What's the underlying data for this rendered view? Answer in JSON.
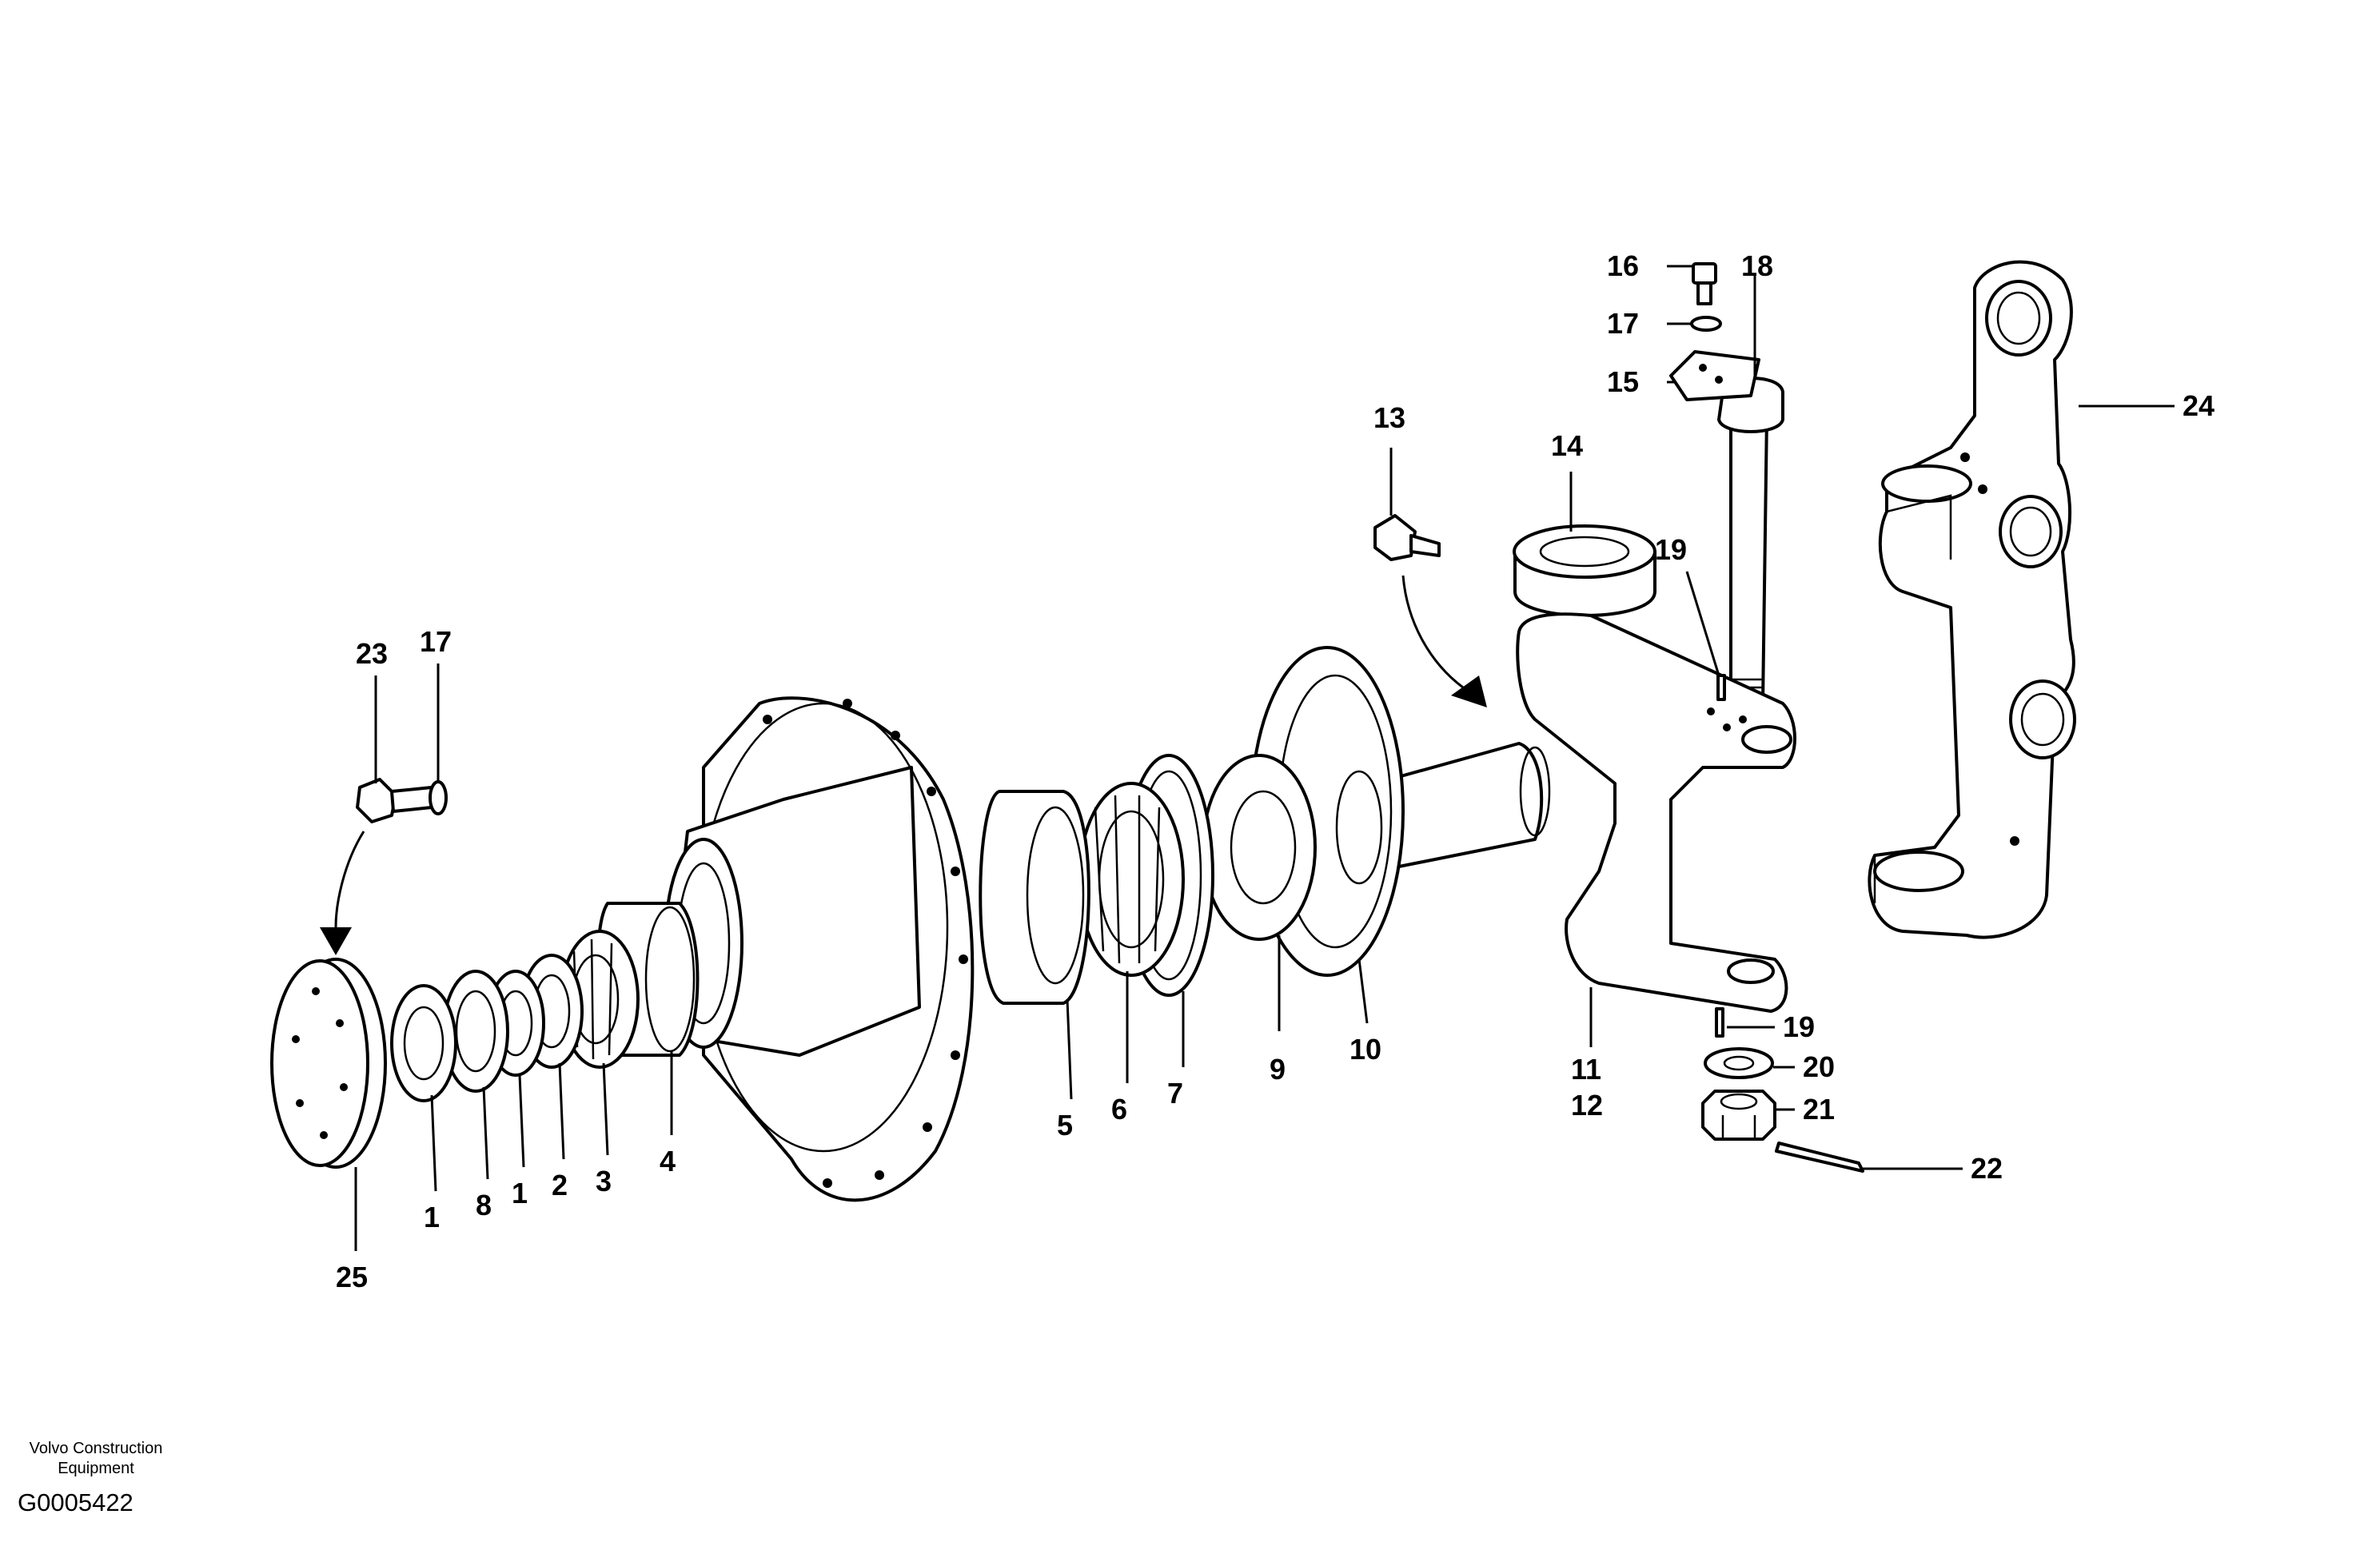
{
  "labels": {
    "l1a": "1",
    "l8": "8",
    "l1b": "1",
    "l2": "2",
    "l3": "3",
    "l4": "4",
    "l5": "5",
    "l6": "6",
    "l7": "7",
    "l9": "9",
    "l10": "10",
    "l11": "11",
    "l12": "12",
    "l13": "13",
    "l14": "14",
    "l15": "15",
    "l16": "16",
    "l17a": "17",
    "l17b": "17",
    "l18": "18",
    "l19a": "19",
    "l19b": "19",
    "l20": "20",
    "l21": "21",
    "l22": "22",
    "l23": "23",
    "l24": "24",
    "l25": "25"
  },
  "footer": {
    "manufacturer_line1": "Volvo Construction",
    "manufacturer_line2": "Equipment",
    "drawing_code": "G0005422"
  }
}
